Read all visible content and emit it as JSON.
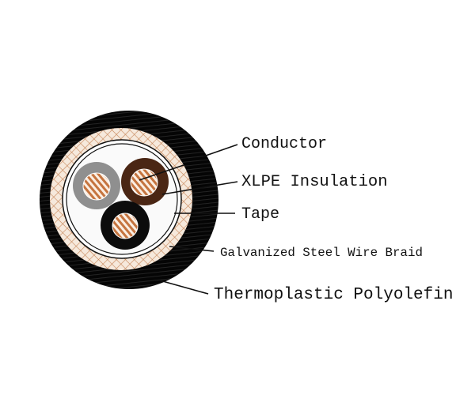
{
  "labels": {
    "conductor": "Conductor",
    "insulation": "XLPE Insulation",
    "tape": "Tape",
    "braid": "Galvanized Steel Wire Braid",
    "sheath": "Thermoplastic Polyolefin"
  },
  "colors": {
    "sheath": "#0a0a0a",
    "braid_bg": "#f6e9dc",
    "braid_mesh": "#c98a5e",
    "copper": "#c5743f",
    "core_gray": "#8f8f8f",
    "core_brown": "#4a2614",
    "core_black": "#0c0c0c"
  }
}
